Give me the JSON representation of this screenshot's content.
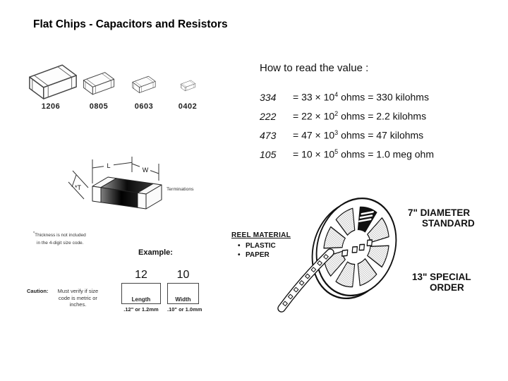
{
  "title": "Flat Chips - Capacitors and Resistors",
  "chip_sizes": {
    "labels": [
      "1206",
      "0805",
      "0603",
      "0402"
    ]
  },
  "value_guide": {
    "heading": "How to read the value :",
    "rows": [
      {
        "code": "334",
        "pre": "= 33 × 10",
        "exp": "4",
        "post": " ohms = 330 kilohms"
      },
      {
        "code": "222",
        "pre": "= 22 × 10",
        "exp": "2",
        "post": " ohms = 2.2 kilohms"
      },
      {
        "code": "473",
        "pre": "= 47 × 10",
        "exp": "3",
        "post": " ohms = 47 kilohms"
      },
      {
        "code": "105",
        "pre": "= 10 × 10",
        "exp": "5",
        "post": " ohms = 1.0 meg ohm"
      }
    ]
  },
  "dimension_diagram": {
    "length_label": "L",
    "width_label": "W",
    "thickness_label": "*T",
    "terminations_label": "Terminations"
  },
  "thickness_note": {
    "asterisk": "*",
    "line1": "Thickness is not included",
    "line2": "in the 4-digit size code."
  },
  "example": {
    "heading": "Example:",
    "items": [
      {
        "digits": "12",
        "label": "Length",
        "measure": ".12\" or 1.2mm"
      },
      {
        "digits": "10",
        "label": "Width",
        "measure": ".10\" or 1.0mm"
      }
    ]
  },
  "caution": {
    "label": "Caution:",
    "line1": "Must verify if size",
    "line2": "code is metric or",
    "line3": "inches."
  },
  "reel": {
    "material_heading": "REEL MATERIAL",
    "bullet": "•",
    "materials": [
      "PLASTIC",
      "PAPER"
    ],
    "standard_line1": "7\" DIAMETER",
    "standard_line2": "STANDARD",
    "special_line1": "13\" SPECIAL",
    "special_line2": "ORDER"
  },
  "colors": {
    "background": "#ffffff",
    "ink": "#1a1a1a"
  }
}
